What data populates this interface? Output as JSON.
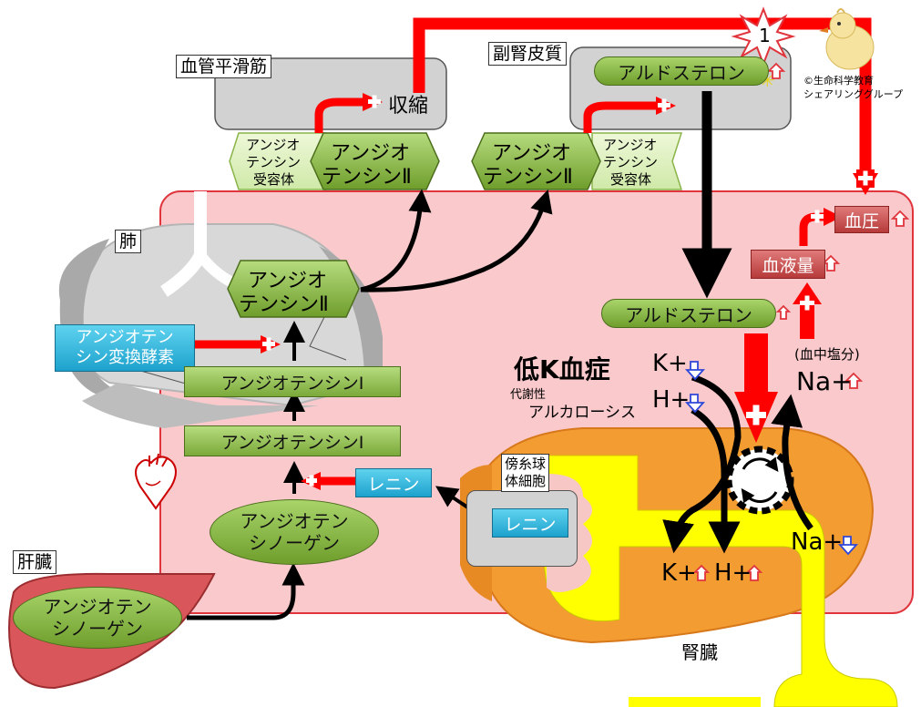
{
  "labels": {
    "vascular_smooth_muscle": "血管平滑筋",
    "contraction": "収縮",
    "adrenal_cortex": "副腎皮質",
    "aldosterone_top": "アルドステロン",
    "aldosterone_mid": "アルドステロン",
    "at_receptor_line1": "アンジオ",
    "at_receptor_line2": "テンシン",
    "at_receptor_line3": "受容体",
    "at2_line1": "アンジオ",
    "at2_line2": "テンシンⅡ",
    "lung": "肺",
    "ace_line1": "アンジオテン",
    "ace_line2": "シン変換酵素",
    "angiotensin1": "アンジオテンシンⅠ",
    "angiotensin1b": "アンジオテンシンⅠ",
    "renin": "レニン",
    "renin_cell": "レニン",
    "jg_line1": "傍糸球",
    "jg_line2": "体細胞",
    "agt_line1": "アンジオテン",
    "agt_line2": "シノーゲン",
    "liver": "肝臓",
    "kidney": "腎臓",
    "blood_pressure": "血圧",
    "blood_volume": "血液量",
    "blood_salt": "(血中塩分)",
    "hypokalemia": "低K血症",
    "metabolic_line1": "代謝性",
    "metabolic_line2": "アルカローシス",
    "k_plus": "K+",
    "h_plus": "H+",
    "na_plus": "Na+",
    "badge_number": "1",
    "copyright_line1": "©生命科学教育",
    "copyright_line2": "シェアリンググループ"
  },
  "colors": {
    "body_pink": "#f9c9cb",
    "body_border": "#e0353d",
    "arrow_red": "#ff0000",
    "green_fill": "#8bbd47",
    "blue_fill": "#26aee0",
    "red_box": "#c44949",
    "kidney_orange": "#f39c32",
    "tubule_yellow": "#ffff00",
    "gray_box": "#d2d2d2"
  }
}
